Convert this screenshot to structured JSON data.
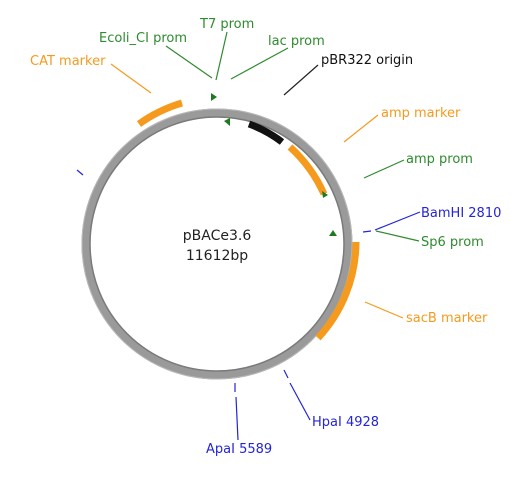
{
  "plasmid": {
    "name": "pBACe3.6",
    "size": "11612bp"
  },
  "features": {
    "cat_marker": "CAT marker",
    "ecoli_ci_prom": "Ecoli_CI prom",
    "t7_prom": "T7 prom",
    "lac_prom": "lac prom",
    "pbr322_origin": "pBR322 origin",
    "amp_marker": "amp marker",
    "amp_prom": "amp prom",
    "bamhi": "BamHI 2810",
    "sp6_prom": "Sp6 prom",
    "sacb_marker": "sacB marker",
    "hpai": "HpaI 4928",
    "apai": "ApaI 5589"
  },
  "colors": {
    "marker": "#f59a1d",
    "promoter": "#2e8b2e",
    "origin": "#111111",
    "restriction_site": "#2424d8",
    "backbone": "#8a8a8a"
  }
}
